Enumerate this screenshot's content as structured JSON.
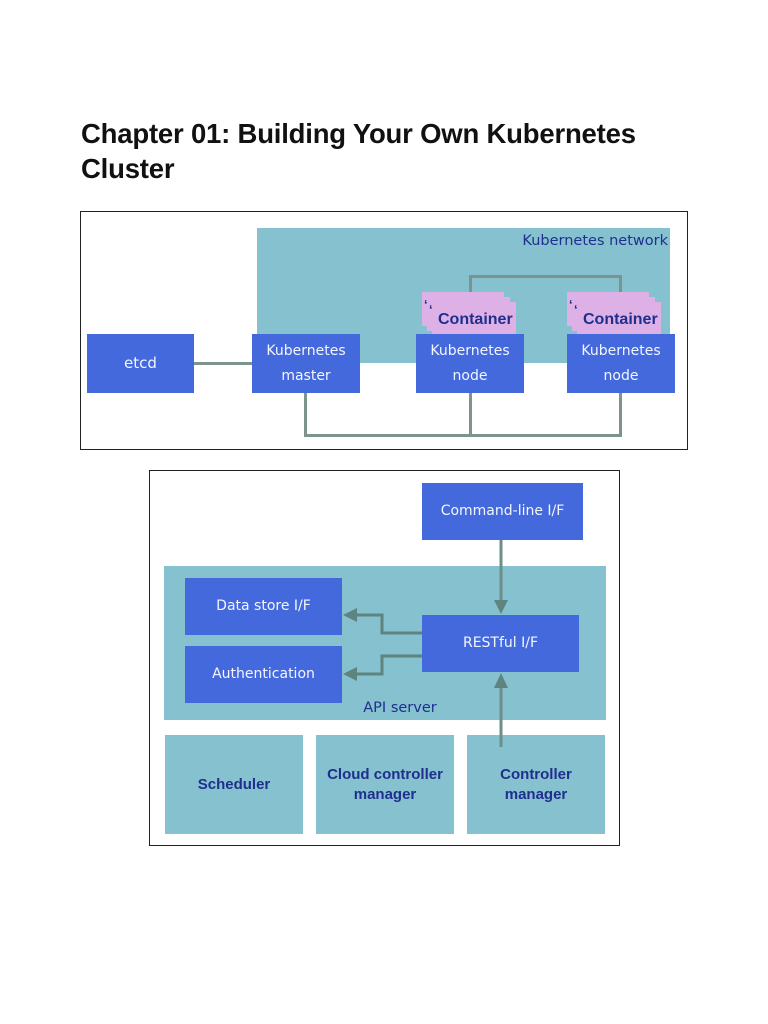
{
  "page": {
    "title": "Chapter 01: Building Your Own Kubernetes Cluster"
  },
  "diagram1": {
    "network_label": "Kubernetes network",
    "etcd": "etcd",
    "master": "Kubernetes master",
    "node1": "Kubernetes node",
    "node2": "Kubernetes node",
    "container1": "Container",
    "container2": "Container"
  },
  "diagram2": {
    "command_line": "Command-line I/F",
    "api_server_label": "API server",
    "data_store": "Data store I/F",
    "authentication": "Authentication",
    "restful": "RESTful I/F",
    "scheduler": "Scheduler",
    "cloud_controller": "Cloud controller manager",
    "controller_manager": "Controller manager"
  },
  "colors": {
    "component_blue": "#4469DD",
    "network_teal": "#86C1CF",
    "container_purple": "#DDB0E6",
    "label_dark_blue": "#1F2F8E",
    "connector_gray": "#7C938E"
  }
}
